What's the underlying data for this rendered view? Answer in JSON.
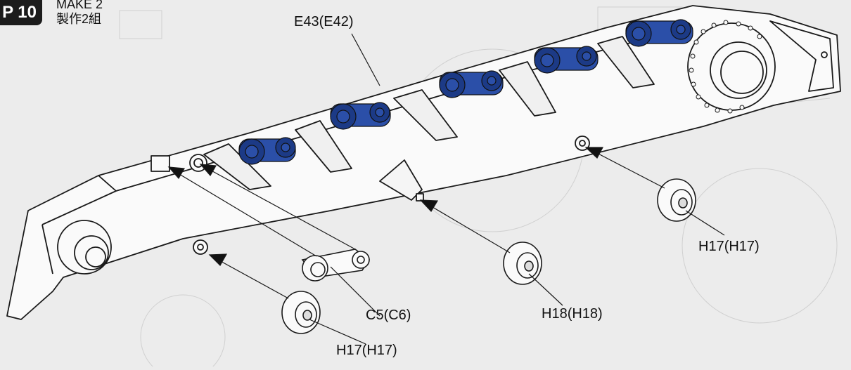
{
  "step": {
    "label": "P 10"
  },
  "make": {
    "line1": "MAKE 2",
    "line2": "製作2組"
  },
  "parts": {
    "body_main": "E43(E42)",
    "bracket": "C5(C6)",
    "wheel_left": "H17(H17)",
    "wheel_middle": "H18(H18)",
    "wheel_right": "H17(H17)"
  },
  "colors": {
    "highlight": "#2b4fa8",
    "highlight_dark": "#1c3a86",
    "line": "#1a1a1a",
    "background": "#ececec",
    "badge": "#1c1c1c"
  }
}
